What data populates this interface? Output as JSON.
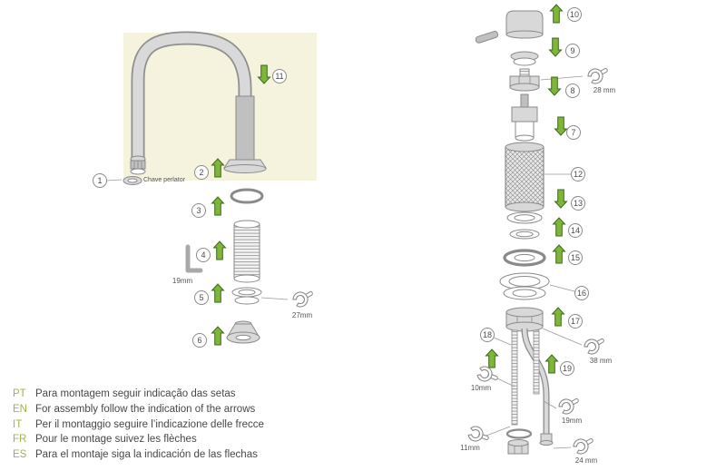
{
  "callouts": [
    "1",
    "2",
    "3",
    "4",
    "5",
    "6",
    "7",
    "8",
    "9",
    "10",
    "11",
    "12",
    "13",
    "14",
    "15",
    "16",
    "17",
    "18",
    "19"
  ],
  "labels": {
    "chave_perlator": "Chave perlator",
    "allen_key_size": "19mm",
    "wrench_27": "27mm",
    "wrench_28": "28 mm",
    "wrench_38": "38 mm",
    "wrench_10": "10mm",
    "wrench_19": "19mm",
    "wrench_11": "11mm",
    "wrench_24": "24 mm"
  },
  "instructions": [
    {
      "lang": "PT",
      "text": "Para montagem seguir indicação das setas"
    },
    {
      "lang": "EN",
      "text": "For assembly follow the indication of the arrows"
    },
    {
      "lang": "IT",
      "text": "Per il montaggio seguire l’indicazione delle frecce"
    },
    {
      "lang": "FR",
      "text": "Pour le montage suivez les flèches"
    },
    {
      "lang": "ES",
      "text": "Para el montaje siga la indicación de las flechas"
    }
  ],
  "colors": {
    "arrow_green": "#7fb539",
    "arrow_border": "#3c6a1c",
    "lang_code_green": "#a2b14d",
    "body_text": "#474747",
    "panel_beige": "#f5f2dd"
  }
}
